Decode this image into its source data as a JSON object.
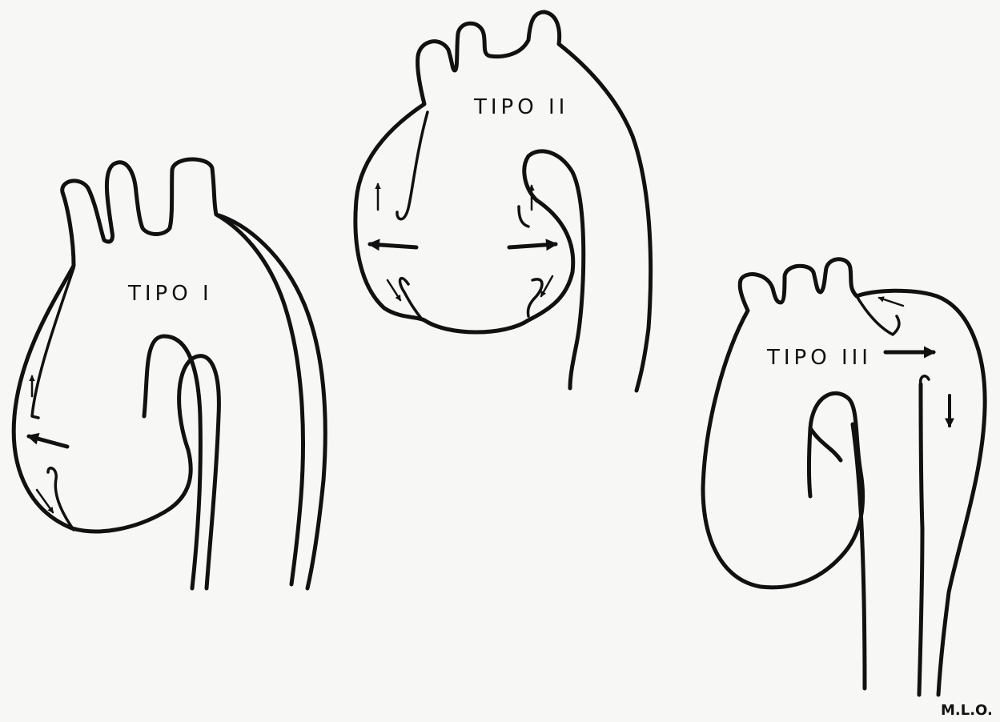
{
  "figure": {
    "type1_label": "TIPO I",
    "type2_label": "TIPO II",
    "type3_label": "TIPO III",
    "signature": "M.L.O."
  }
}
